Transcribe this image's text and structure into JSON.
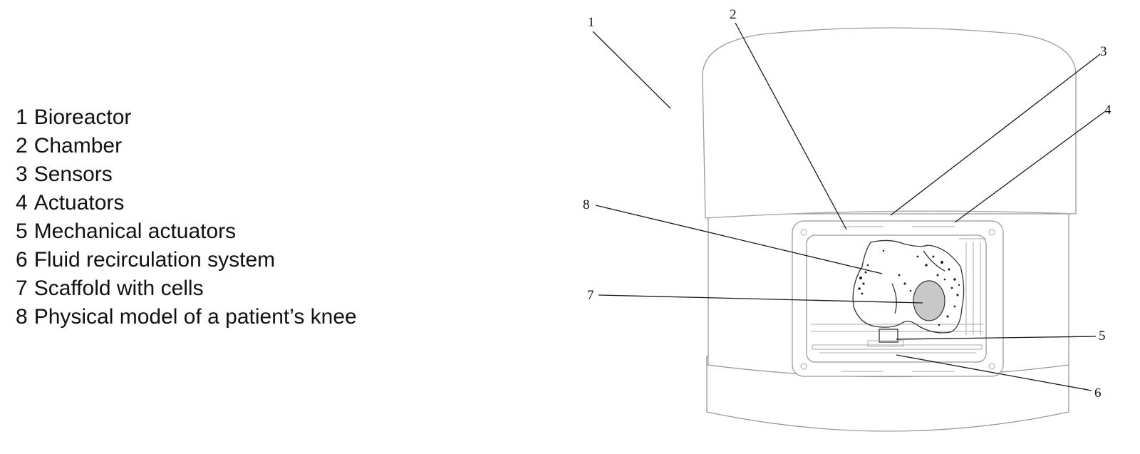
{
  "legend": {
    "items": [
      {
        "number": "1",
        "label": "Bioreactor"
      },
      {
        "number": "2",
        "label": "Chamber"
      },
      {
        "number": "3",
        "label": "Sensors"
      },
      {
        "number": "4",
        "label": "Actuators"
      },
      {
        "number": "5",
        "label": "Mechanical actuators"
      },
      {
        "number": "6",
        "label": "Fluid recirculation system"
      },
      {
        "number": "7",
        "label": "Scaffold with cells"
      },
      {
        "number": "8",
        "label": "Physical model of a patient’s knee"
      }
    ]
  },
  "callouts": {
    "c1": "1",
    "c2": "2",
    "c3": "3",
    "c4": "4",
    "c5": "5",
    "c6": "6",
    "c7": "7",
    "c8": "8"
  },
  "colors": {
    "outline": "#9a9a9a",
    "leader_line": "#1a1a1a",
    "scaffold_fill": "#c8c8c8",
    "text": "#111111"
  }
}
